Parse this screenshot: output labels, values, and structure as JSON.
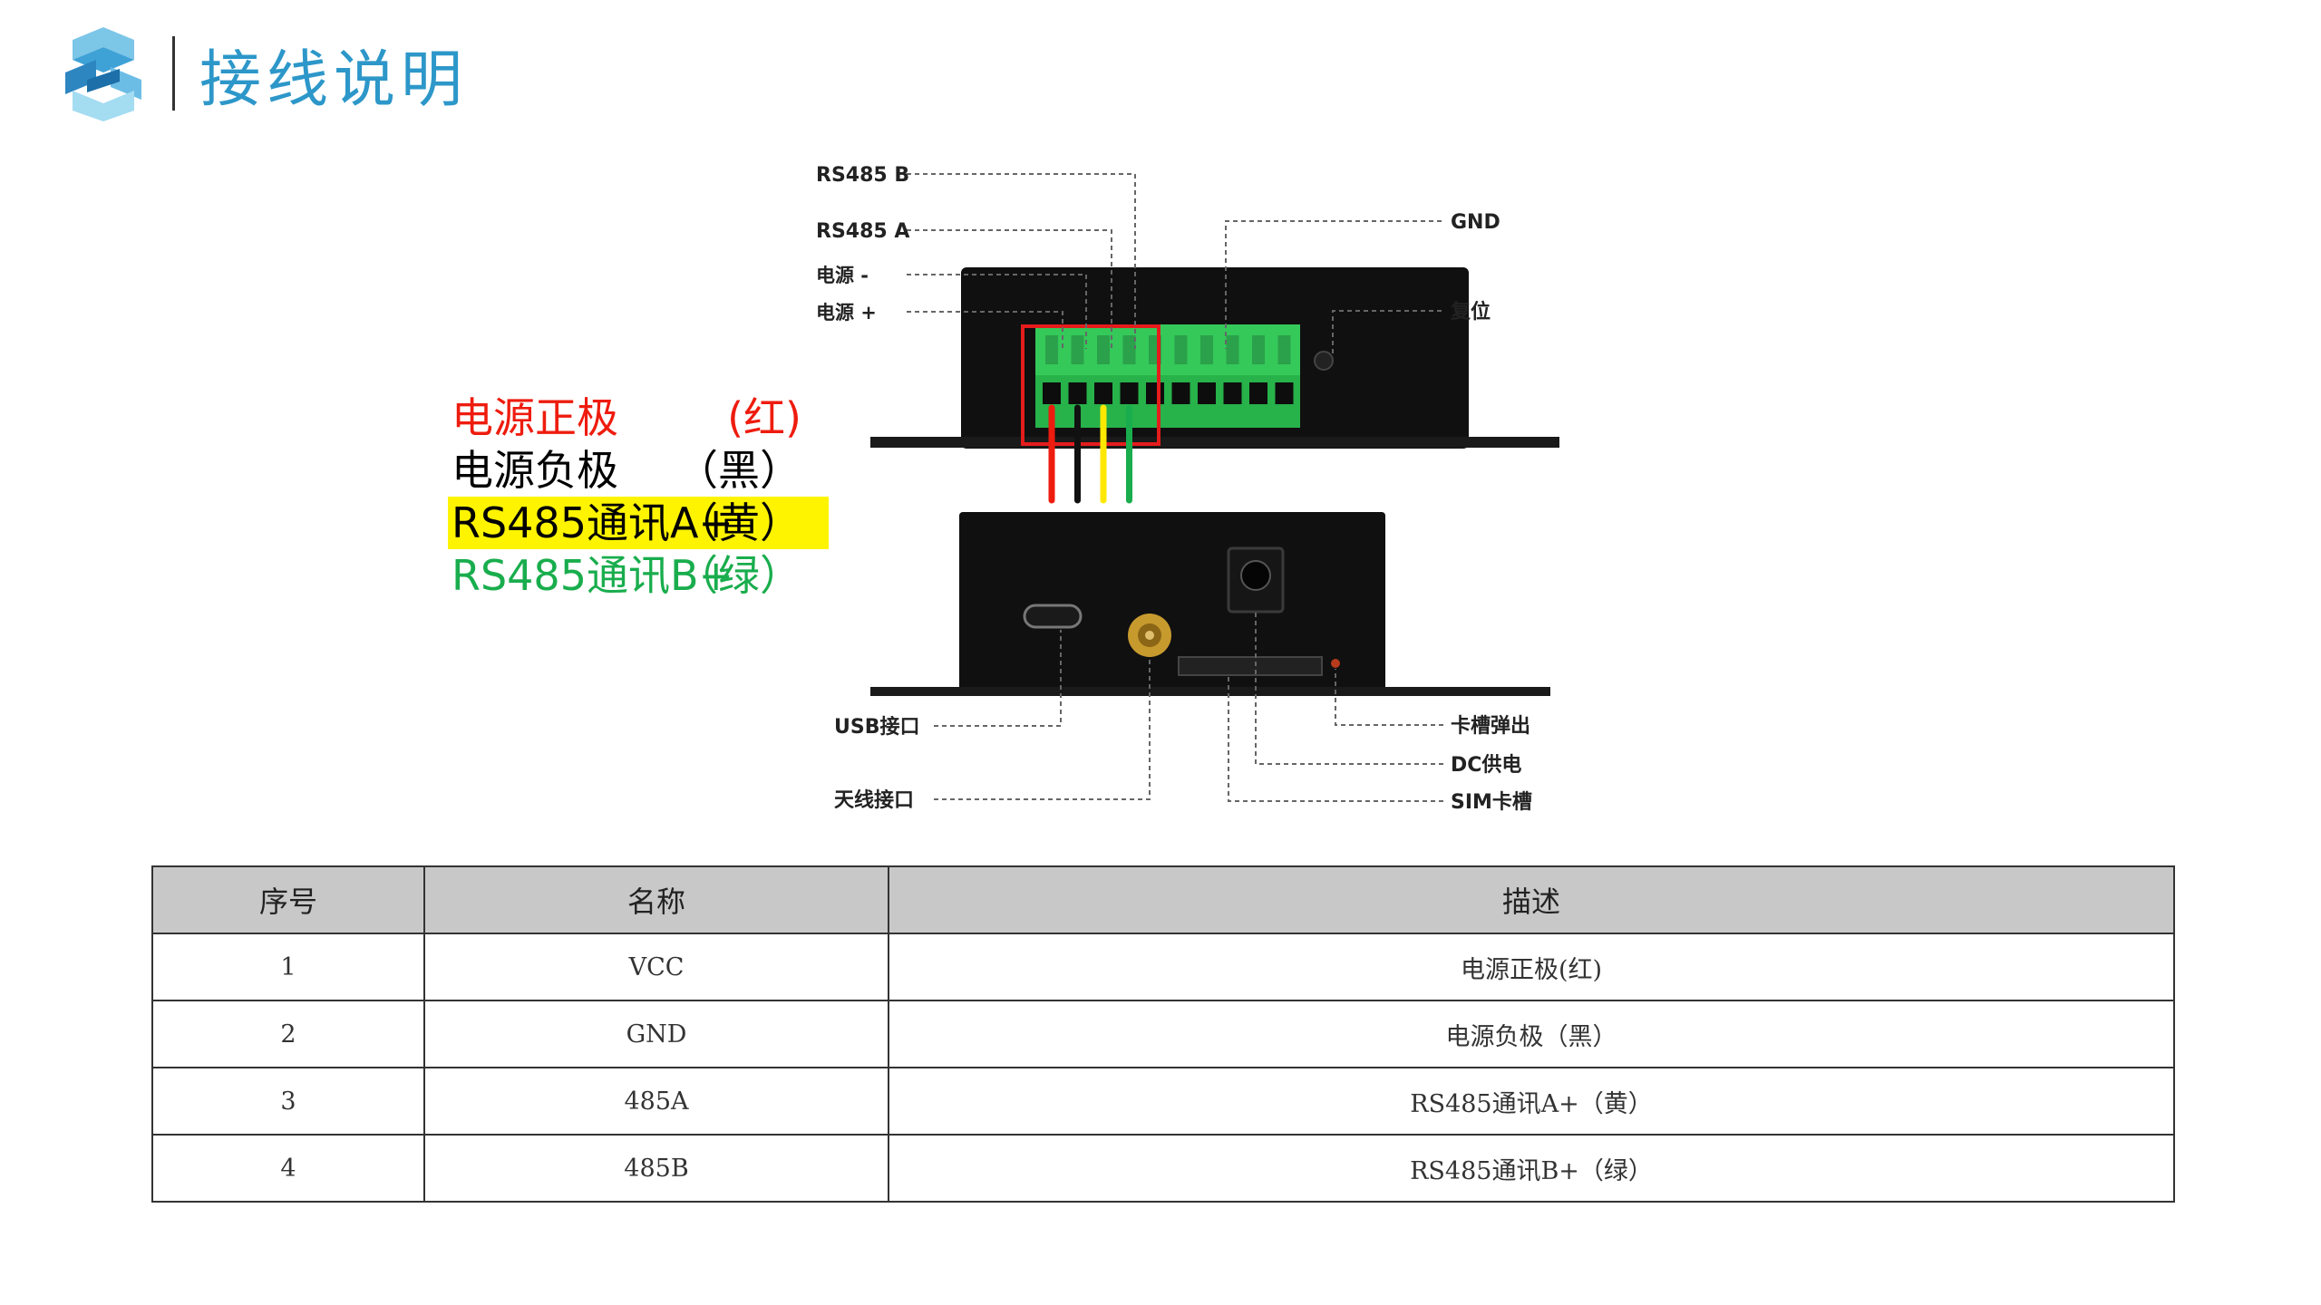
{
  "header": {
    "title": "接线说明"
  },
  "diagram": {
    "labels": {
      "rs485_b": "RS485 B",
      "rs485_a": "RS485 A",
      "power_minus": "电源 -",
      "power_plus": "电源 +",
      "gnd": "GND",
      "reset": "复位",
      "usb": "USB接口",
      "antenna": "天线接口",
      "card_eject": "卡槽弹出",
      "dc_power": "DC供电",
      "sim_slot": "SIM卡槽"
    },
    "wire_colors": [
      "#ee1c0e",
      "#111111",
      "#ffe800",
      "#19ad4d"
    ]
  },
  "legend": [
    {
      "name": "电源正极",
      "color_label": "(红)",
      "text_color": "#ee1c0e",
      "highlight": false
    },
    {
      "name": "电源负极",
      "color_label": "（黑）",
      "text_color": "#000000",
      "highlight": false
    },
    {
      "name": "RS485通讯A+",
      "color_label": "（黄）",
      "text_color": "#000000",
      "highlight": true
    },
    {
      "name": "RS485通讯B+",
      "color_label": "（绿）",
      "text_color": "#19ad4d",
      "highlight": false
    }
  ],
  "table": {
    "headers": [
      "序号",
      "名称",
      "描述"
    ],
    "rows": [
      [
        "1",
        "VCC",
        "电源正极(红)"
      ],
      [
        "2",
        "GND",
        "电源负极（黑）"
      ],
      [
        "3",
        "485A",
        "RS485通讯A+（黄）"
      ],
      [
        "4",
        "485B",
        "RS485通讯B+（绿）"
      ]
    ]
  }
}
